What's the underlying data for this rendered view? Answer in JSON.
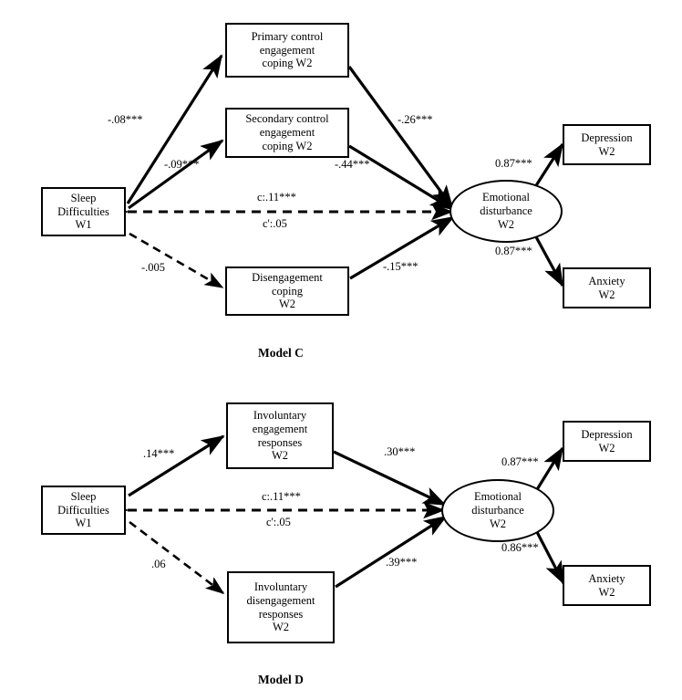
{
  "figure": {
    "type": "path-diagram",
    "description": "Two structural equation path models (Model C and Model D) relating Sleep Difficulties W1 to Emotional disturbance W2 through coping mediators"
  },
  "models": [
    {
      "id": "model-c",
      "caption": "Model C",
      "nodes": [
        {
          "id": "sleep-c",
          "shape": "rect",
          "lines": [
            "Sleep",
            "Difficulties",
            "W1"
          ]
        },
        {
          "id": "primary-control-c",
          "shape": "rect",
          "lines": [
            "Primary control",
            "engagement",
            "coping W2"
          ]
        },
        {
          "id": "secondary-control-c",
          "shape": "rect",
          "lines": [
            "Secondary control",
            "engagement",
            "coping W2"
          ]
        },
        {
          "id": "disengagement-c",
          "shape": "rect",
          "lines": [
            "Disengagement",
            "coping",
            "W2"
          ]
        },
        {
          "id": "emotional-c",
          "shape": "ellipse",
          "lines": [
            "Emotional",
            "disturbance",
            "W2"
          ]
        },
        {
          "id": "depression-c",
          "shape": "rect",
          "lines": [
            "Depression",
            "W2"
          ]
        },
        {
          "id": "anxiety-c",
          "shape": "rect",
          "lines": [
            "Anxiety",
            "W2"
          ]
        }
      ],
      "paths": [
        {
          "id": "sleep-to-primary-c",
          "from": "sleep-c",
          "to": "primary-control-c",
          "label": "-.08***",
          "style": "solid"
        },
        {
          "id": "sleep-to-secondary-c",
          "from": "sleep-c",
          "to": "secondary-control-c",
          "label": "-.09***",
          "style": "solid"
        },
        {
          "id": "sleep-to-disengagement-c",
          "from": "sleep-c",
          "to": "disengagement-c",
          "label": "-.005",
          "style": "dashed"
        },
        {
          "id": "primary-to-emotional-c",
          "from": "primary-control-c",
          "to": "emotional-c",
          "label": "-.26***",
          "style": "solid"
        },
        {
          "id": "secondary-to-emotional-c",
          "from": "secondary-control-c",
          "to": "emotional-c",
          "label": "-.44***",
          "style": "solid"
        },
        {
          "id": "disengagement-to-emotional-c",
          "from": "disengagement-c",
          "to": "emotional-c",
          "label": "-.15***",
          "style": "solid"
        },
        {
          "id": "direct-total-c",
          "from": "sleep-c",
          "to": "emotional-c",
          "label": "c:.11***",
          "style": "dashed"
        },
        {
          "id": "direct-residual-c",
          "from": "sleep-c",
          "to": "emotional-c",
          "label": "c':.05",
          "style": "dashed"
        },
        {
          "id": "emotional-to-depression-c",
          "from": "emotional-c",
          "to": "depression-c",
          "label": "0.87***",
          "style": "solid"
        },
        {
          "id": "emotional-to-anxiety-c",
          "from": "emotional-c",
          "to": "anxiety-c",
          "label": "0.87***",
          "style": "solid"
        }
      ]
    },
    {
      "id": "model-d",
      "caption": "Model D",
      "nodes": [
        {
          "id": "sleep-d",
          "shape": "rect",
          "lines": [
            "Sleep",
            "Difficulties",
            "W1"
          ]
        },
        {
          "id": "involuntary-engagement-d",
          "shape": "rect",
          "lines": [
            "Involuntary",
            "engagement",
            "responses",
            "W2"
          ]
        },
        {
          "id": "involuntary-disengagement-d",
          "shape": "rect",
          "lines": [
            "Involuntary",
            "disengagement",
            "responses",
            "W2"
          ]
        },
        {
          "id": "emotional-d",
          "shape": "ellipse",
          "lines": [
            "Emotional",
            "disturbance",
            "W2"
          ]
        },
        {
          "id": "depression-d",
          "shape": "rect",
          "lines": [
            "Depression",
            "W2"
          ]
        },
        {
          "id": "anxiety-d",
          "shape": "rect",
          "lines": [
            "Anxiety",
            "W2"
          ]
        }
      ],
      "paths": [
        {
          "id": "sleep-to-invengage-d",
          "from": "sleep-d",
          "to": "involuntary-engagement-d",
          "label": ".14***",
          "style": "solid"
        },
        {
          "id": "sleep-to-invdisengage-d",
          "from": "sleep-d",
          "to": "involuntary-disengagement-d",
          "label": ".06",
          "style": "dashed"
        },
        {
          "id": "invengage-to-emotional-d",
          "from": "involuntary-engagement-d",
          "to": "emotional-d",
          "label": ".30***",
          "style": "solid"
        },
        {
          "id": "invdisengage-to-emotional-d",
          "from": "involuntary-disengagement-d",
          "to": "emotional-d",
          "label": ".39***",
          "style": "solid"
        },
        {
          "id": "direct-total-d",
          "from": "sleep-d",
          "to": "emotional-d",
          "label": "c:.11***",
          "style": "dashed"
        },
        {
          "id": "direct-residual-d",
          "from": "sleep-d",
          "to": "emotional-d",
          "label": "c':.05",
          "style": "dashed"
        },
        {
          "id": "emotional-to-depression-d",
          "from": "emotional-d",
          "to": "depression-d",
          "label": "0.87***",
          "style": "solid"
        },
        {
          "id": "emotional-to-anxiety-d",
          "from": "emotional-d",
          "to": "anxiety-d",
          "label": "0.86***",
          "style": "solid"
        }
      ]
    }
  ],
  "colors": {
    "stroke": "#000000",
    "background": "#ffffff"
  }
}
